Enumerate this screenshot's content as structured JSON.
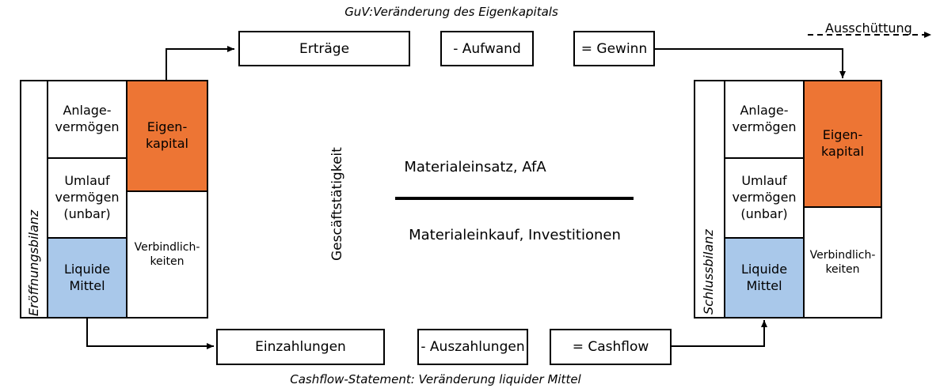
{
  "guv_title": "GuV:Veränderung des Eigenkapitals",
  "cashflow_title": "Cashflow-Statement: Veränderung liquider Mittel",
  "ausschuettung": "Ausschüttung",
  "guv_row": {
    "ertraege": "Erträge",
    "aufwand": "- Aufwand",
    "gewinn": "= Gewinn"
  },
  "cf_row": {
    "einzahlungen": "Einzahlungen",
    "auszahlungen": "- Auszahlungen",
    "cashflow": "= Cashflow"
  },
  "center": {
    "vertical_label": "Gescäftstätigkeit",
    "numerator": "Materialeinsatz, AfA",
    "denominator": "Materialeinkauf, Investitionen"
  },
  "left_balance": {
    "label": "Eröffnungsbilanz",
    "anlage": "Anlage-\nvermögen",
    "umlauf": "Umlauf\nvermögen\n(unbar)",
    "liquide": "Liquide\nMittel",
    "eigenkapital": "Eigen-\nkapital",
    "verbindlichkeiten": "Verbindlich-\nkeiten"
  },
  "right_balance": {
    "label": "Schlussbilanz",
    "anlage": "Anlage-\nvermögen",
    "umlauf": "Umlauf\nvermögen\n(unbar)",
    "liquide": "Liquide\nMittel",
    "eigenkapital": "Eigen-\nkapital",
    "verbindlichkeiten": "Verbindlich-\nkeiten"
  },
  "colors": {
    "eigenkapital": "#ed7534",
    "liquide": "#a9c8ea"
  }
}
